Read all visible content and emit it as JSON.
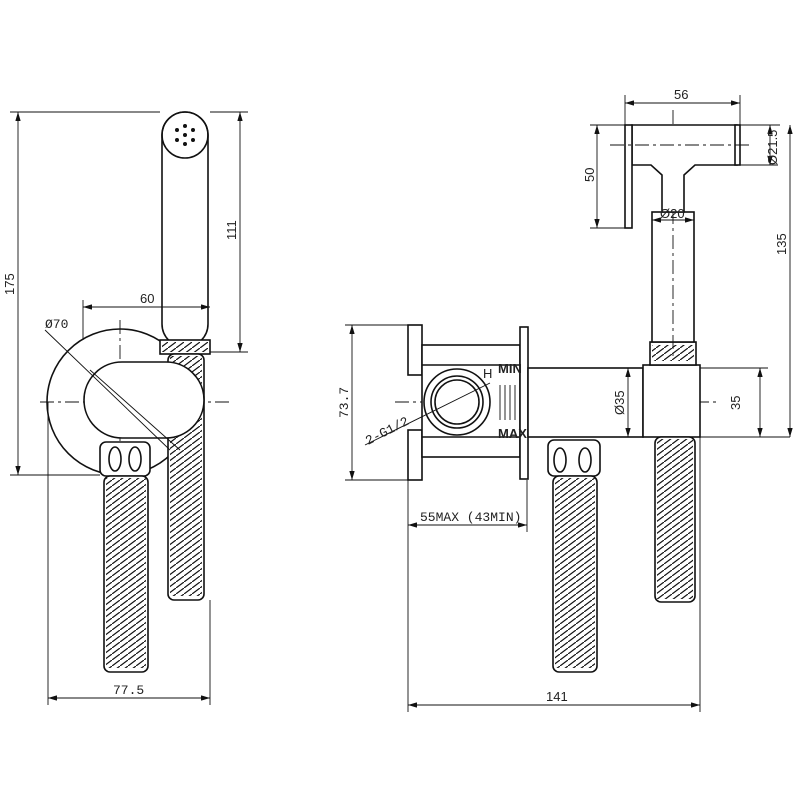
{
  "dimensions": {
    "height_total": "175",
    "handle_height": "111",
    "wall_to_handle": "60",
    "plate_diameter": "Ø70",
    "total_width_front": "77.5",
    "head_width": "56",
    "head_height": "50",
    "head_diameter": "Ø21.5",
    "handle_diameter": "Ø20",
    "height_135": "135",
    "box_height": "73.7",
    "thread": "2-G1/2",
    "pipe_diameter": "Ø35",
    "pipe_height": "35",
    "depth": "55MAX (43MIN)",
    "total_length": "141"
  },
  "markings": {
    "hot": "H",
    "min": "MIN",
    "max": "MAX"
  }
}
